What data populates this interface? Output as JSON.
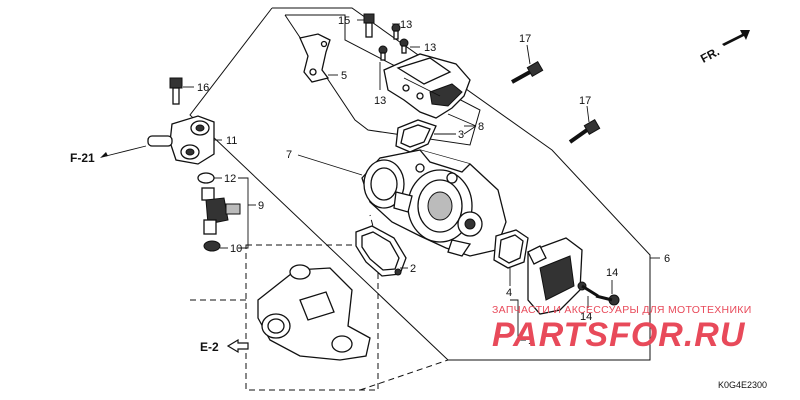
{
  "diagram_code": "K0G4E2300",
  "direction_label": "FR.",
  "references": [
    "F-21",
    "E-2"
  ],
  "callouts": [
    "15",
    "13",
    "13",
    "17",
    "5",
    "13",
    "16",
    "3",
    "8",
    "11",
    "7",
    "17",
    "12",
    "9",
    "10",
    "2",
    "6",
    "4",
    "14",
    "14",
    "1"
  ],
  "watermark": {
    "subtitle": "ЗАПЧАСТИ И АКСЕССУАРЫ ДЛЯ МОТОТЕХНИКИ",
    "brand": "PARTSFOR.RU"
  },
  "colors": {
    "line": "#111111",
    "watermark": "#e84a5a"
  }
}
